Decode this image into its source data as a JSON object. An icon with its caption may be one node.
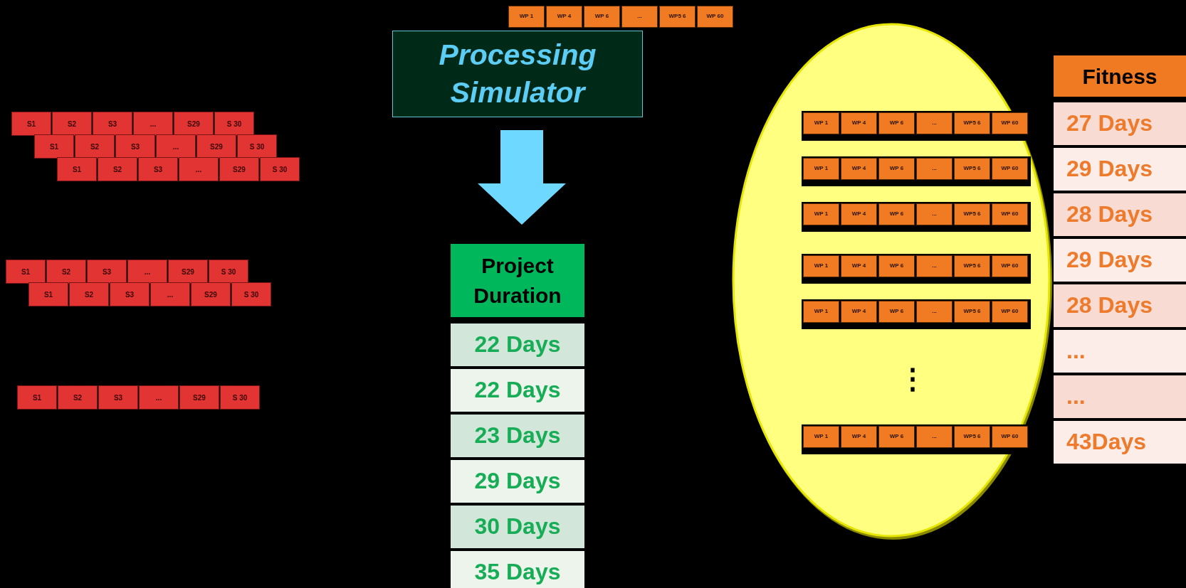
{
  "diagram": {
    "nodes": [
      {
        "text": [],
        "shape": "bar"
      },
      {
        "text": [
          "WP 1"
        ],
        "in": 0
      },
      {
        "text": [
          "WP 4"
        ],
        "in": 0
      },
      {
        "text": [
          "WP 6"
        ],
        "in": 0
      },
      {
        "text": [
          "..."
        ],
        "in": 0
      },
      {
        "text": [
          "WP5 6"
        ],
        "in": 0
      },
      {
        "text": [
          "WP 60"
        ],
        "in": 0
      },
      {
        "text": [
          "Processing Simulator"
        ]
      },
      {
        "text": [
          "S1"
        ]
      },
      {
        "text": [
          "S2"
        ]
      },
      {
        "text": [
          "S3"
        ]
      },
      {
        "text": [
          "..."
        ]
      },
      {
        "text": [
          "S29"
        ]
      },
      {
        "text": [
          "S 30"
        ]
      },
      {
        "text": [
          "S1"
        ]
      },
      {
        "text": [
          "S2"
        ]
      },
      {
        "text": [
          "S3"
        ]
      },
      {
        "text": [
          "..."
        ]
      },
      {
        "text": [
          "S29"
        ]
      },
      {
        "text": [
          "S 30"
        ]
      },
      {
        "text": [
          "S1"
        ]
      },
      {
        "text": [
          "S2"
        ]
      },
      {
        "text": [
          "S3"
        ]
      },
      {
        "text": [
          "..."
        ]
      },
      {
        "text": [
          "S29"
        ]
      },
      {
        "text": [
          "S 30"
        ]
      },
      {
        "text": [
          "S1"
        ]
      },
      {
        "text": [
          "S2"
        ]
      },
      {
        "text": [
          "S3"
        ]
      },
      {
        "text": [
          "..."
        ]
      },
      {
        "text": [
          "S29"
        ]
      },
      {
        "text": [
          "S 30"
        ]
      },
      {
        "text": [
          "S1"
        ]
      },
      {
        "text": [
          "S2"
        ]
      },
      {
        "text": [
          "S3"
        ]
      },
      {
        "text": [
          "..."
        ]
      },
      {
        "text": [
          "S29"
        ]
      },
      {
        "text": [
          "S 30"
        ]
      },
      {
        "text": [
          "S1"
        ]
      },
      {
        "text": [
          "S2"
        ]
      },
      {
        "text": [
          "S3"
        ]
      },
      {
        "text": [
          "..."
        ]
      },
      {
        "text": [
          "S29"
        ]
      },
      {
        "text": [
          "S 30"
        ]
      },
      {
        "text": [
          "Project Duration"
        ]
      },
      {
        "text": [
          "22 Days"
        ]
      },
      {
        "text": [
          "22 Days"
        ]
      },
      {
        "text": [
          "23 Days"
        ]
      },
      {
        "text": [
          "29 Days"
        ]
      },
      {
        "text": [
          "30 Days"
        ]
      },
      {
        "text": [
          "35 Days"
        ]
      },
      {
        "text": [],
        "shape": "circle"
      },
      {
        "text": [],
        "shape": "bar",
        "in": 51
      },
      {
        "text": [
          "WP 1"
        ],
        "in": 52
      },
      {
        "text": [
          "WP 4"
        ],
        "in": 52
      },
      {
        "text": [
          "WP 6"
        ],
        "in": 52
      },
      {
        "text": [
          "..."
        ],
        "in": 52
      },
      {
        "text": [
          "WP5 6"
        ],
        "in": 52
      },
      {
        "text": [
          "WP 60"
        ],
        "in": 52
      },
      {
        "text": [],
        "shape": "bar",
        "in": 51
      },
      {
        "text": [
          "WP 1"
        ],
        "in": 59
      },
      {
        "text": [
          "WP 4"
        ],
        "in": 59
      },
      {
        "text": [
          "WP 6"
        ],
        "in": 59
      },
      {
        "text": [
          "..."
        ],
        "in": 59
      },
      {
        "text": [
          "WP5 6"
        ],
        "in": 59
      },
      {
        "text": [
          "WP 60"
        ],
        "in": 59
      },
      {
        "text": [],
        "shape": "bar",
        "in": 51
      },
      {
        "text": [
          "WP 1"
        ],
        "in": 66
      },
      {
        "text": [
          "WP 4"
        ],
        "in": 66
      },
      {
        "text": [
          "WP 6"
        ],
        "in": 66
      },
      {
        "text": [
          "..."
        ],
        "in": 66
      },
      {
        "text": [
          "WP5 6"
        ],
        "in": 66
      },
      {
        "text": [
          "WP 60"
        ],
        "in": 66
      },
      {
        "text": [],
        "shape": "bar",
        "in": 51
      },
      {
        "text": [
          "WP 1"
        ],
        "in": 73
      },
      {
        "text": [
          "WP 4"
        ],
        "in": 73
      },
      {
        "text": [
          "WP 6"
        ],
        "in": 73
      },
      {
        "text": [
          "..."
        ],
        "in": 73
      },
      {
        "text": [
          "WP5 6"
        ],
        "in": 73
      },
      {
        "text": [
          "WP 60"
        ],
        "in": 73
      },
      {
        "text": [],
        "shape": "bar",
        "in": 51
      },
      {
        "text": [
          "WP 1"
        ],
        "in": 80
      },
      {
        "text": [
          "WP 4"
        ],
        "in": 80
      },
      {
        "text": [
          "WP 6"
        ],
        "in": 80
      },
      {
        "text": [
          "..."
        ],
        "in": 80
      },
      {
        "text": [
          "WP5 6"
        ],
        "in": 80
      },
      {
        "text": [
          "WP 60"
        ],
        "in": 80
      },
      {
        "text": [],
        "shape": "bar",
        "in": 51
      },
      {
        "text": [
          "WP 1"
        ],
        "in": 87
      },
      {
        "text": [
          "WP 4"
        ],
        "in": 87
      },
      {
        "text": [
          "WP 6"
        ],
        "in": 87
      },
      {
        "text": [
          "..."
        ],
        "in": 87
      },
      {
        "text": [
          "WP5 6"
        ],
        "in": 87
      },
      {
        "text": [
          "WP 60"
        ],
        "in": 87
      },
      {
        "text": [
          "Fitness"
        ]
      },
      {
        "text": [
          "27 Days"
        ]
      },
      {
        "text": [
          "29 Days"
        ]
      },
      {
        "text": [
          "28 Days"
        ]
      },
      {
        "text": [
          "29 Days"
        ]
      },
      {
        "text": [
          "28 Days"
        ]
      },
      {
        "text": [
          "..."
        ]
      },
      {
        "text": [
          "..."
        ]
      },
      {
        "text": [
          "43Days"
        ]
      }
    ],
    "edges": [
      {
        "from": 7,
        "to": 44,
        "arrow": "to",
        "style": "thick",
        "color": "#6fd8ff"
      }
    ],
    "labels": [
      "⋮"
    ]
  }
}
